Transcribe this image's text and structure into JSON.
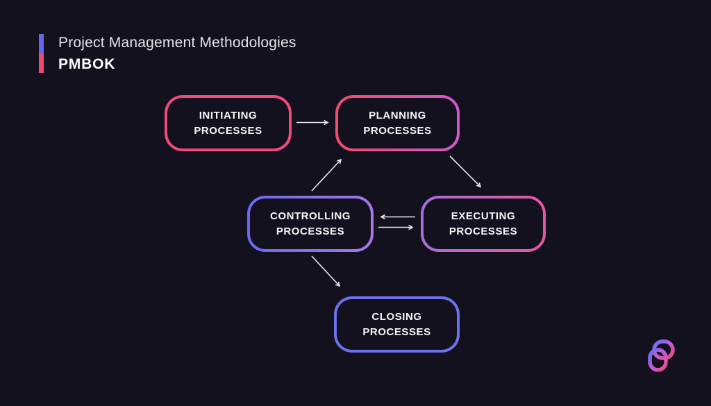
{
  "page": {
    "background": "#14111e",
    "node_fill": "#14111e",
    "arrow_color": "#e8e8ec"
  },
  "header": {
    "title": "Project Management Methodologies",
    "subtitle": "PMBOK",
    "accent_bar_top_color": "#6366ee",
    "accent_bar_bottom_color": "#e94b73"
  },
  "diagram": {
    "nodes": [
      {
        "id": "initiating",
        "label": "INITIATING PROCESSES",
        "border_from": "#f1497e",
        "border_to": "#f1497e"
      },
      {
        "id": "planning",
        "label": "PLANNING PROCESSES",
        "border_from": "#f24a6c",
        "border_to": "#cd59c9"
      },
      {
        "id": "controlling",
        "label": "CONTROLLING PROCESSES",
        "border_from": "#6b69ee",
        "border_to": "#a478ea"
      },
      {
        "id": "executing",
        "label": "EXECUTING PROCESSES",
        "border_from": "#a76fd8",
        "border_to": "#e557a3"
      },
      {
        "id": "closing",
        "label": "CLOSING PROCESSES",
        "border_from": "#6a72ee",
        "border_to": "#6a72ee"
      }
    ],
    "edges": [
      {
        "from": "initiating",
        "to": "planning"
      },
      {
        "from": "controlling",
        "to": "planning"
      },
      {
        "from": "planning",
        "to": "executing"
      },
      {
        "from": "executing",
        "to": "controlling"
      },
      {
        "from": "controlling",
        "to": "executing"
      },
      {
        "from": "controlling",
        "to": "closing"
      }
    ]
  },
  "logo": {
    "name": "pitch-style brand mark",
    "gradient": [
      "#6272f2",
      "#c05bd9",
      "#f04b7b"
    ]
  }
}
